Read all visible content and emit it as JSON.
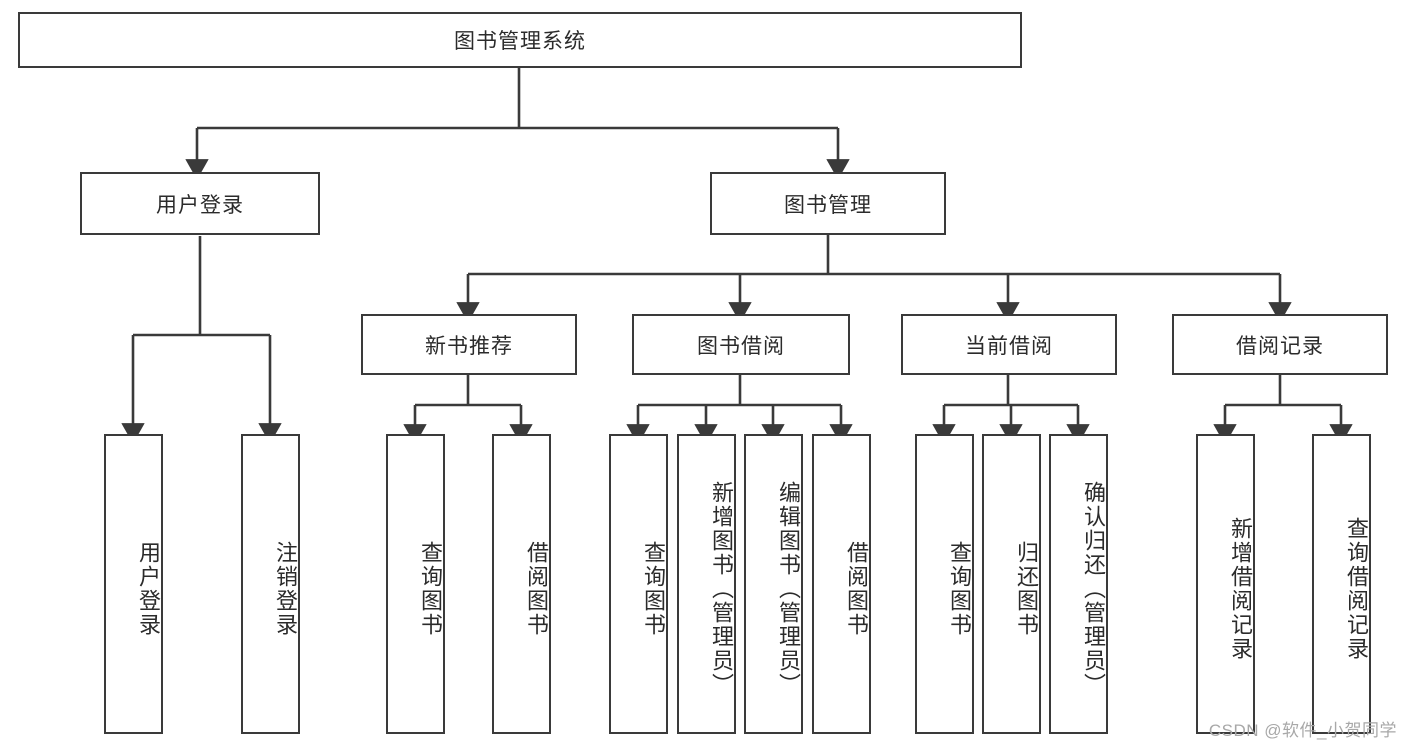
{
  "diagram": {
    "title": "图书管理系统",
    "type": "hierarchy-tree",
    "root": {
      "id": "root",
      "label": "图书管理系统"
    },
    "level2": [
      {
        "id": "user-login",
        "label": "用户登录"
      },
      {
        "id": "book-manage",
        "label": "图书管理"
      }
    ],
    "level3": [
      {
        "id": "new-book-recommend",
        "label": "新书推荐",
        "parent": "book-manage"
      },
      {
        "id": "book-borrow",
        "label": "图书借阅",
        "parent": "book-manage"
      },
      {
        "id": "current-borrow",
        "label": "当前借阅",
        "parent": "book-manage"
      },
      {
        "id": "borrow-record",
        "label": "借阅记录",
        "parent": "book-manage"
      }
    ],
    "leaves": [
      {
        "id": "leaf-user-login",
        "label": "用户登录",
        "parent": "user-login"
      },
      {
        "id": "leaf-user-logout",
        "label": "注销登录",
        "parent": "user-login"
      },
      {
        "id": "leaf-query-book-1",
        "label": "查询图书",
        "parent": "new-book-recommend"
      },
      {
        "id": "leaf-borrow-book-1",
        "label": "借阅图书",
        "parent": "new-book-recommend"
      },
      {
        "id": "leaf-query-book-2",
        "label": "查询图书",
        "parent": "book-borrow"
      },
      {
        "id": "leaf-add-book",
        "label": "新增图书（管理员）",
        "parent": "book-borrow"
      },
      {
        "id": "leaf-edit-book",
        "label": "编辑图书（管理员）",
        "parent": "book-borrow"
      },
      {
        "id": "leaf-borrow-book-2",
        "label": "借阅图书",
        "parent": "book-borrow"
      },
      {
        "id": "leaf-query-book-3",
        "label": "查询图书",
        "parent": "current-borrow"
      },
      {
        "id": "leaf-return-book",
        "label": "归还图书",
        "parent": "current-borrow"
      },
      {
        "id": "leaf-confirm-return",
        "label": "确认归还（管理员）",
        "parent": "current-borrow"
      },
      {
        "id": "leaf-add-record",
        "label": "新增借阅记录",
        "parent": "borrow-record"
      },
      {
        "id": "leaf-query-record",
        "label": "查询借阅记录",
        "parent": "borrow-record"
      }
    ]
  },
  "watermark": {
    "text": "CSDN @软件_小贺同学"
  },
  "colors": {
    "stroke": "#3a3a3a",
    "text": "#2b2b2b",
    "background": "#ffffff",
    "watermark": "#a8a8a8"
  }
}
